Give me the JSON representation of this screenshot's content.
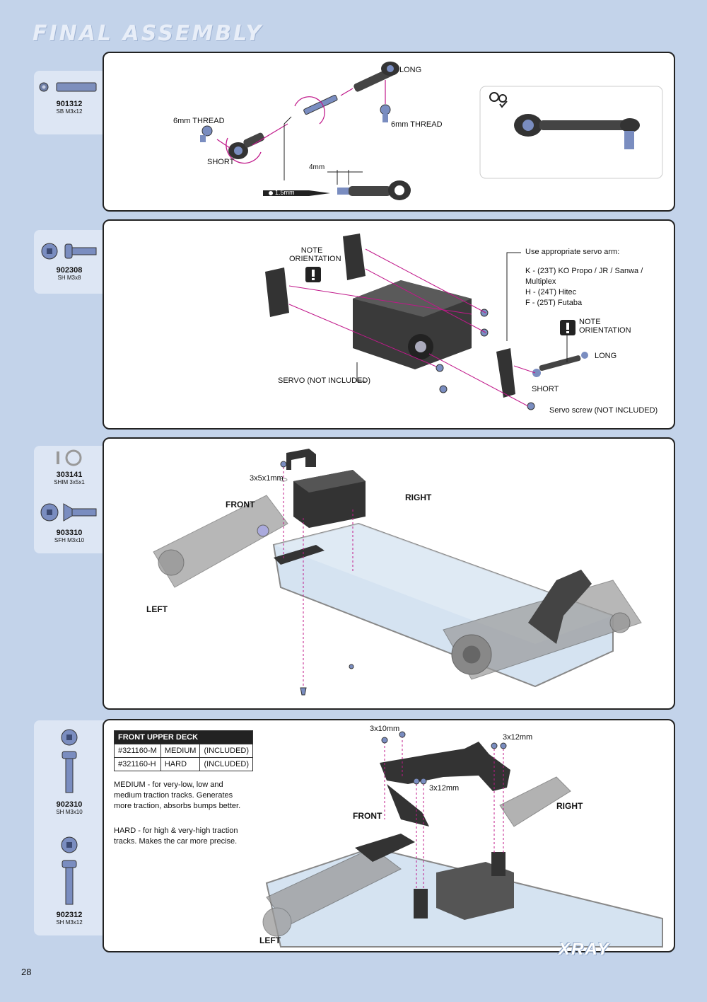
{
  "page_title": "FINAL ASSEMBLY",
  "page_number": "28",
  "brand": "XRAY",
  "step1": {
    "part": {
      "number": "901312",
      "desc": "SB M3x12"
    },
    "labels": {
      "long": "LONG",
      "thread_left": "6mm THREAD",
      "thread_right": "6mm THREAD",
      "short": "SHORT",
      "gap": "4mm",
      "tool": "1.5mm"
    }
  },
  "step2": {
    "part": {
      "number": "902308",
      "desc": "SH M3x8"
    },
    "note1": "NOTE ORIENTATION",
    "note2": "NOTE ORIENTATION",
    "servo_arm_title": "Use appropriate servo arm:",
    "servo_arms": [
      "K - (23T) KO Propo / JR / Sanwa / Multiplex",
      "H - (24T) Hitec",
      "F - (25T) Futaba"
    ],
    "servo_label": "SERVO (NOT INCLUDED)",
    "long": "LONG",
    "short": "SHORT",
    "servo_screw": "Servo screw (NOT INCLUDED)"
  },
  "step3": {
    "parts": [
      {
        "number": "303141",
        "desc": "SHIM 3x5x1"
      },
      {
        "number": "903310",
        "desc": "SFH M3x10"
      }
    ],
    "shim_label": "3x5x1mm",
    "front": "FRONT",
    "right": "RIGHT",
    "left": "LEFT"
  },
  "step4": {
    "parts": [
      {
        "number": "902310",
        "desc": "SH M3x10"
      },
      {
        "number": "902312",
        "desc": "SH M3x12"
      }
    ],
    "table": {
      "header": "FRONT UPPER DECK",
      "rows": [
        {
          "code": "#321160-M",
          "name": "MEDIUM",
          "note": "(INCLUDED)"
        },
        {
          "code": "#321160-H",
          "name": "HARD",
          "note": "(INCLUDED)"
        }
      ]
    },
    "medium_desc": "MEDIUM - for very-low, low and medium traction tracks. Generates more traction, absorbs bumps better.",
    "hard_desc": "HARD - for high & very-high traction tracks. Makes the car more precise.",
    "label_3x10": "3x10mm",
    "label_3x12a": "3x12mm",
    "label_3x12b": "3x12mm",
    "front": "FRONT",
    "right": "RIGHT",
    "left": "LEFT"
  }
}
